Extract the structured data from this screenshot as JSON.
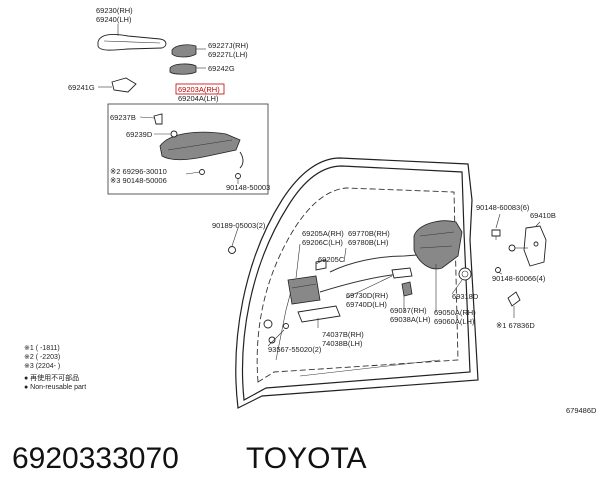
{
  "labels": {
    "p69230": "69230(RH)",
    "p69240": "69240(LH)",
    "p69227j": "69227J(RH)",
    "p69227l": "69227L(LH)",
    "p69242g": "69242G",
    "p69241g": "69241G",
    "p69203a": "69203A(RH)",
    "p69204a": "69204A(LH)",
    "p69237b": "69237B",
    "p69239d": "69239D",
    "p69296": "※2 69296-30010",
    "p90148_50006": "※3 90148-50006",
    "p90148_50003": "90148-50003",
    "p90189": "90189-05003(2)",
    "p69205a": "69205A(RH)",
    "p69206c": "69206C(LH)",
    "p69770b": "69770B(RH)",
    "p69780b": "69780B(LH)",
    "p69205c": "69205C",
    "p69730d": "69730D(RH)",
    "p69740d": "69740D(LH)",
    "p69037": "69037(RH)",
    "p69038a": "69038A(LH)",
    "p69050a": "69050A(RH)",
    "p69060a": "69060A(LH)",
    "p69318d": "69318D",
    "p74037b": "74037B(RH)",
    "p74038b": "74038B(LH)",
    "p93567": "93567-55020(2)",
    "p90148_60083": "90148-60083(6)",
    "p69410b": "69410B",
    "p90148_60066": "90148-60066(4)",
    "p67836d": "※1 67836D"
  },
  "notes": {
    "n1": "※1 (      -1811)",
    "n2": "※2 (      -2203)",
    "n3": "※3 (2204-      )",
    "non_reusable_jp": "● 再使用不可部品",
    "non_reusable_en": "● Non-reusable part"
  },
  "diagram_code": "679486D",
  "caption": {
    "part_number": "6920333070",
    "brand": "TOYOTA"
  },
  "colors": {
    "highlight": "#c00000",
    "ink": "#222222"
  }
}
